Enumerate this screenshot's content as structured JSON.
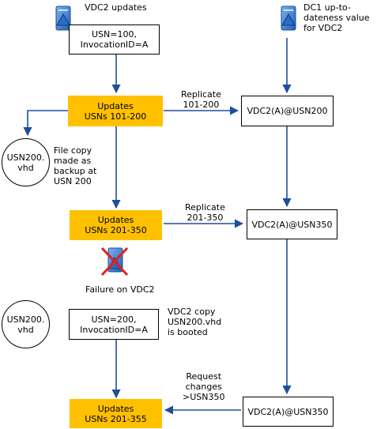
{
  "top_left": {
    "title": "VDC2 updates",
    "box": "USN=100,\nInvocationID=A"
  },
  "top_right": {
    "title": "DC1 up-to-\ndateness value\nfor VDC2"
  },
  "updates1": {
    "line1": "Updates",
    "line2": "USNs 101-200"
  },
  "updates2": {
    "line1": "Updates",
    "line2": "USNs 201-350"
  },
  "updates3": {
    "line1": "Updates",
    "line2": "USNs 201-355"
  },
  "replicate1": "Replicate\n101-200",
  "replicate2": "Replicate\n201-350",
  "request": "Request\nchanges\n>USN350",
  "vdc_usn200": "VDC2(A)@USN200",
  "vdc_usn350_a": "VDC2(A)@USN350",
  "vdc_usn350_b": "VDC2(A)@USN350",
  "backup_file": "USN200.\nvhd",
  "backup_note": "File copy\nmade as\nbackup at\nUSN 200",
  "failure": "Failure on VDC2",
  "restore_file": "USN200.\nvhd",
  "restore_box": "USN=200,\nInvocationID=A",
  "restore_note": "VDC2 copy\nUSN200.vhd\nis booted",
  "colors": {
    "highlight": "#ffc000",
    "arrow": "#1f4e9c",
    "server": "#3a7bd5",
    "fail": "#e02020"
  }
}
